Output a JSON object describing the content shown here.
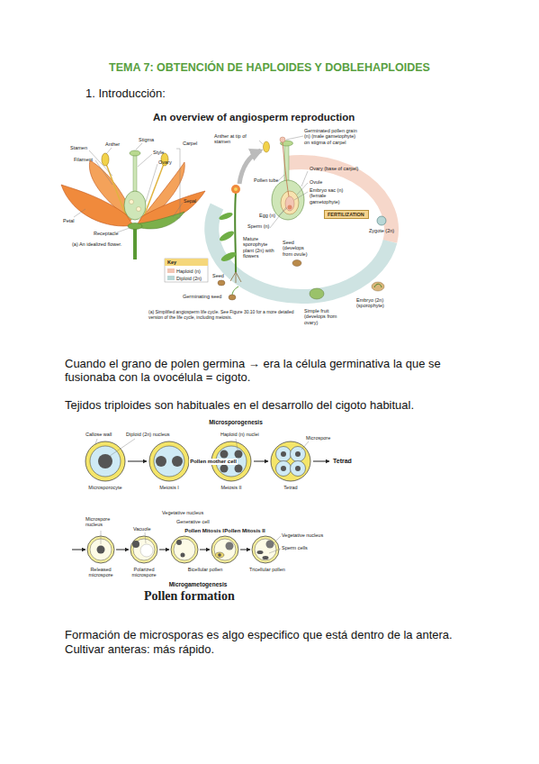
{
  "diagram": {
    "title": "TEMA 7: OBTENCIÓN DE HAPLOIDES Y DOBLEHAPLOIDES",
    "nodes": [
      {
        "text": [
          "FERTILIZATION"
        ]
      }
    ],
    "labels": [
      "1. Introducción:",
      "An overview of angiosperm reproduction",
      "Stamen",
      "Anther",
      "Stigma",
      "Carpel",
      "Style",
      "Filament",
      "Ovary",
      "Petal",
      "Sepal",
      "Receptacle",
      "(a) An idealized flower.",
      "Anther at tip of stamen",
      "Germinated pollen grain (n) (male gametophyte) on stigma of carpel",
      "Pollen tube",
      "Ovary (base of carpel)",
      "Ovule",
      "Embryo sac (n) (female gametophyte)",
      "Egg (n)",
      "Sperm (n)",
      "Mature sporophyte plant (2n) with flowers",
      "Seed (develops from ovule)",
      "Zygote (2n)",
      "Seed",
      "Germinating seed",
      "Embryo (2n) (sporophyte)",
      "Simple fruit (develops from ovary)",
      "Key",
      "(a) Simplified angiosperm life cycle. See Figure 30.10 for a more detailed version of the life cycle, including meiosis.",
      "Cuando el grano de polen germina → era la célula germinativa la que se fusionaba con la ovocélula = cigoto.",
      "Tejidos triploides son habituales en el desarrollo del cigoto habitual.",
      "Microsporogenesis",
      "Callose wall",
      "Diploid (2n) nucleus",
      "Haploid (n) nuclei",
      "Microspore",
      "Pollen mother cell",
      "Tetrad",
      "Microsporocyte",
      "Meiosis I",
      "Meiosis II",
      "Tetrad",
      "Microspore nucleus",
      "Vacuole",
      "Vegetative nucleus",
      "Generative cell",
      "Pollen Mitosis I",
      "Pollen Mitosis II",
      "Vegetative nucleus",
      "Sperm cells",
      "Released microspore",
      "Polarized microspore",
      "Bicellular pollen",
      "Tricellular pollen",
      "Microgametogenesis",
      "Pollen formation",
      "Formación de microsporas es algo especifico que está dentro de la antera.",
      "Cultivar anteras: más rápido."
    ],
    "legend": [
      {
        "text": "Haploid (n)",
        "color": "#f2c6b4"
      },
      {
        "text": "Diploid (2n)",
        "color": "#b9d7d6"
      }
    ]
  }
}
